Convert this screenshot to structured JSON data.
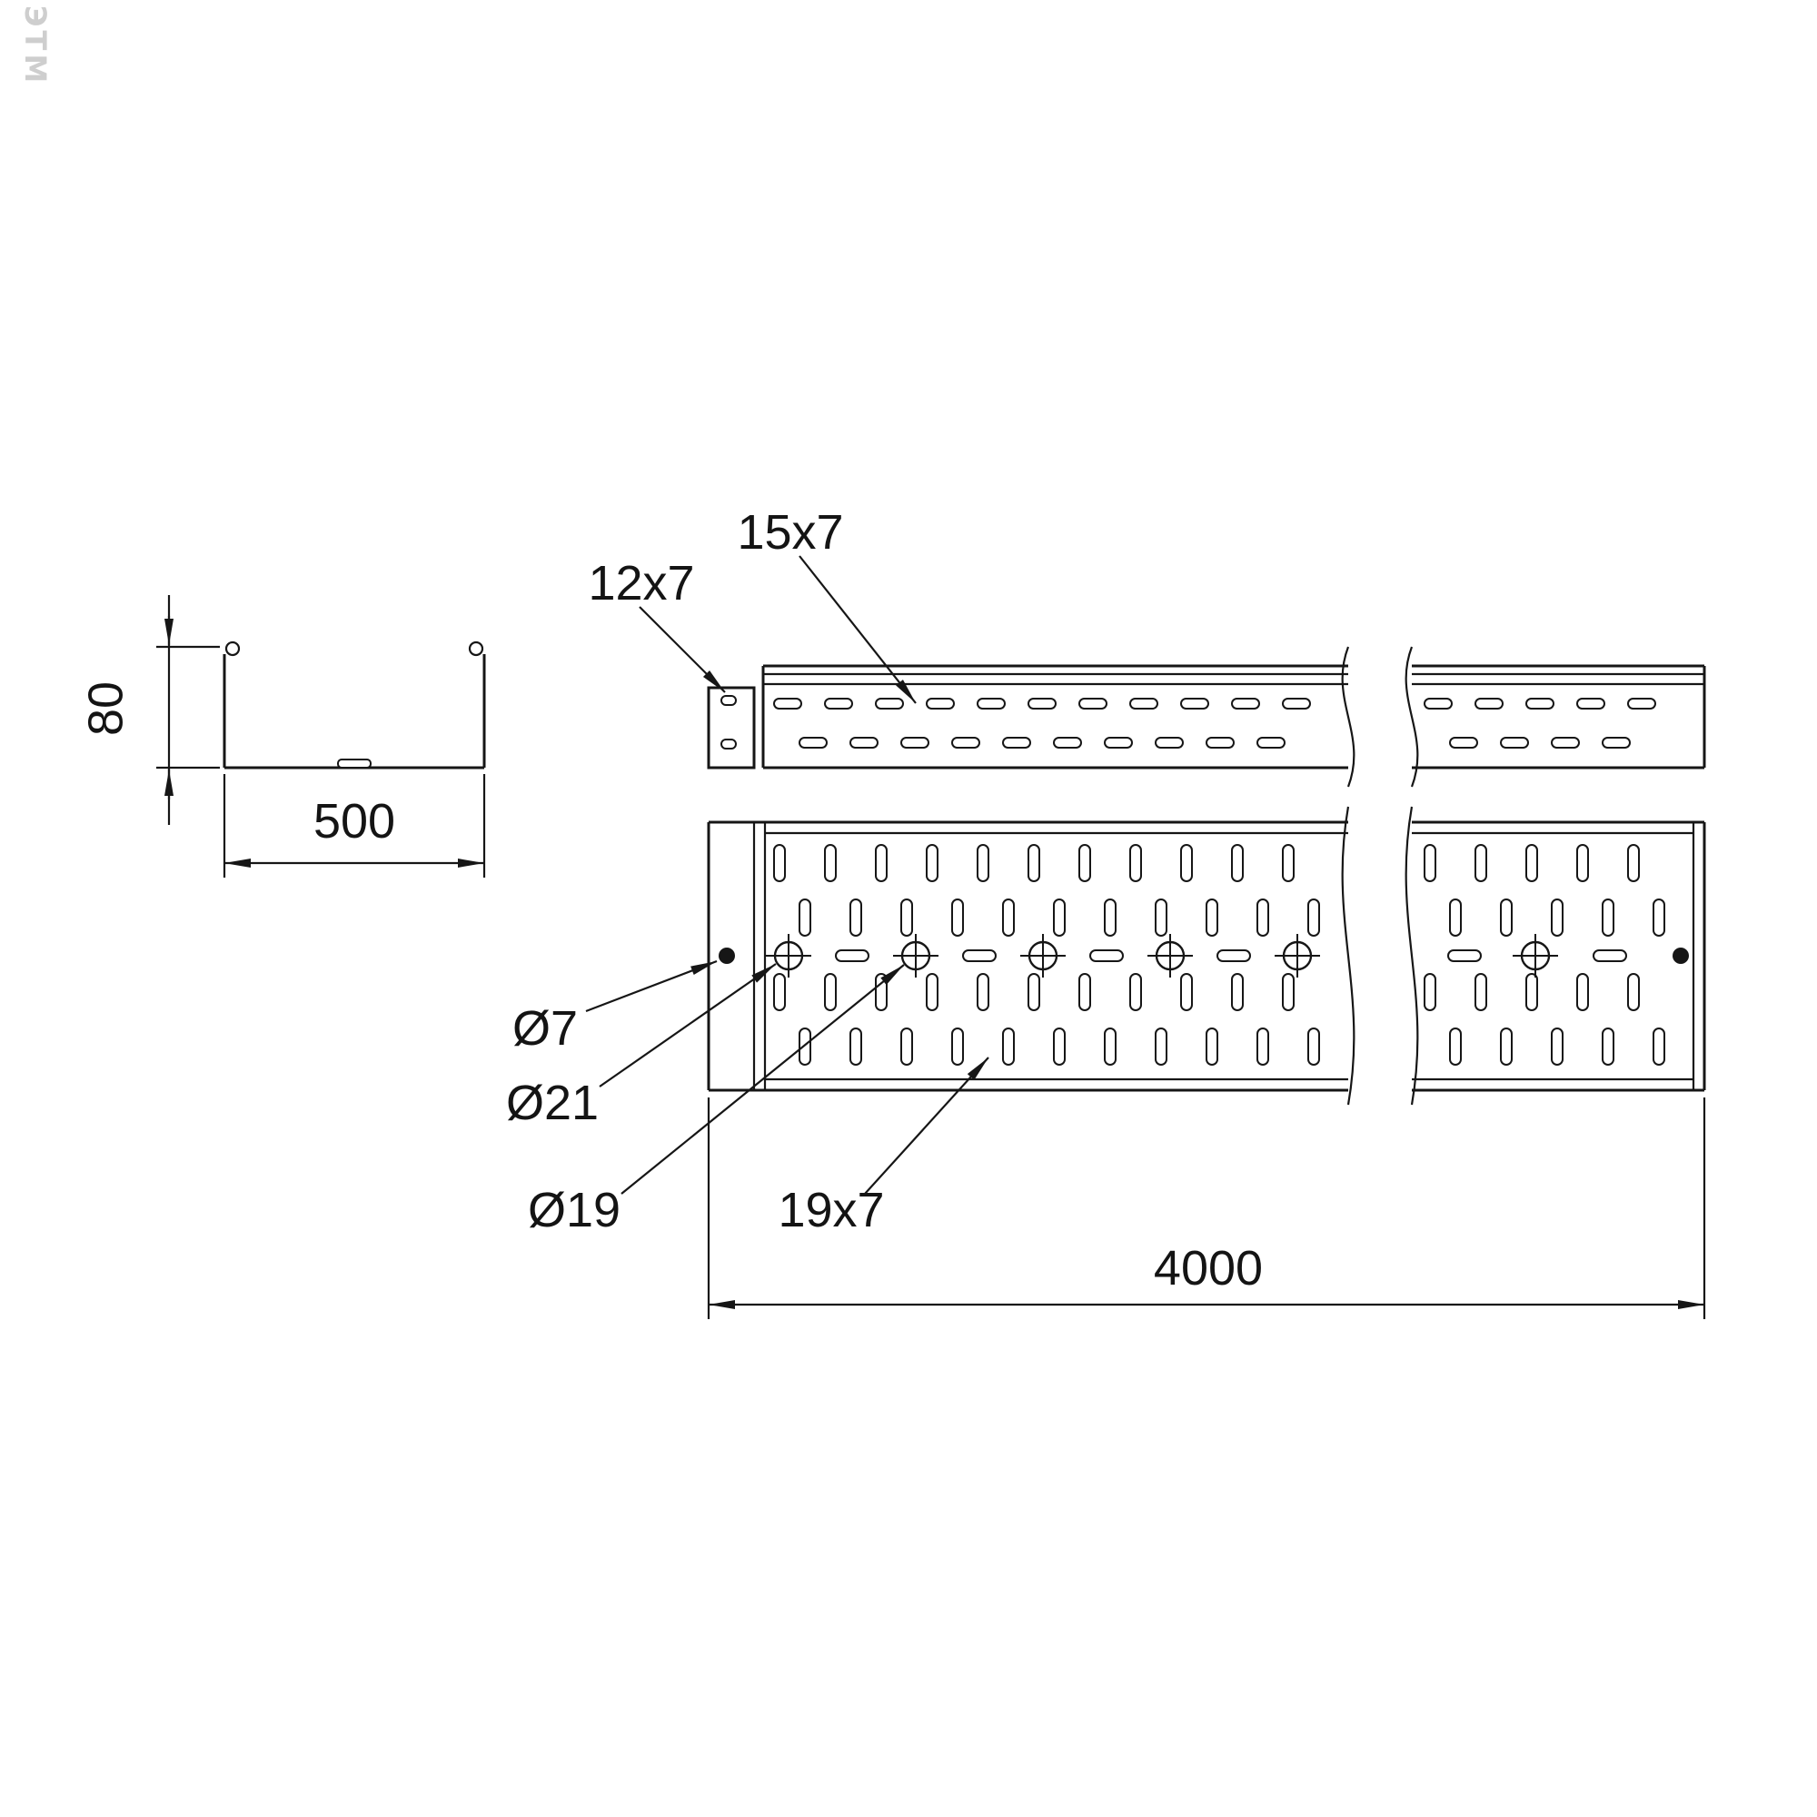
{
  "watermark": {
    "text": "ЭТМ"
  },
  "labels": {
    "height": "80",
    "width": "500",
    "plate_holes": "12x7",
    "side_slots": "15x7",
    "d7": "Ø7",
    "d21": "Ø21",
    "d19": "Ø19",
    "tray_slots": "19x7",
    "length": "4000"
  },
  "colors": {
    "line": "#161616",
    "watermark": "#c6c6c6",
    "background": "#ffffff"
  }
}
